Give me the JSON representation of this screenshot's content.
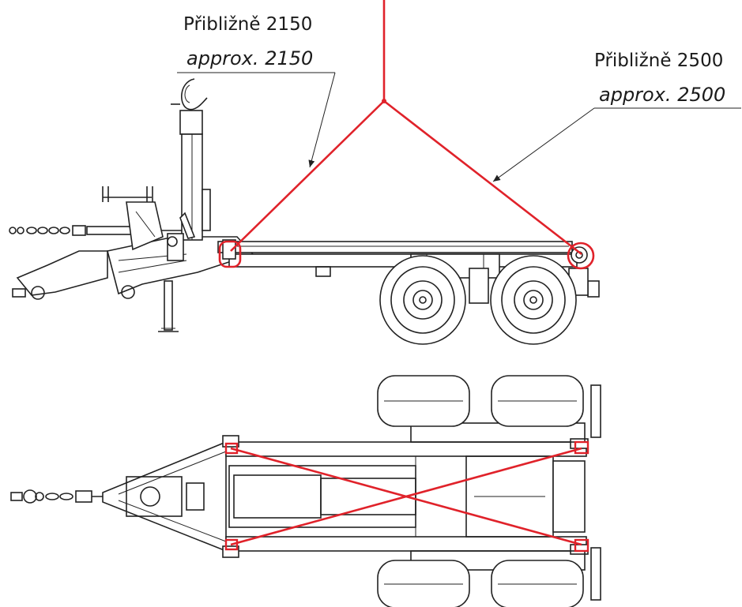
{
  "labels": {
    "left_czech": "Přibližně 2150",
    "left_english": "approx. 2150",
    "right_czech": "Přibližně 2500",
    "right_english": "approx. 2500"
  },
  "colors": {
    "sling": "#e0222a",
    "drawing": "#222222"
  }
}
